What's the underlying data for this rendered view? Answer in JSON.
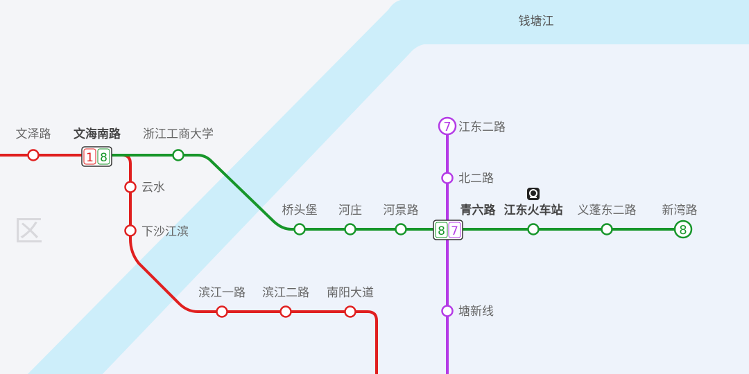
{
  "river": {
    "label": "钱塘江"
  },
  "district": {
    "label": "区"
  },
  "colors": {
    "line1": "#e01f1f",
    "line8": "#17962a",
    "line7": "#b43be6",
    "river": "#cdeefa",
    "land_east": "#eef3fb",
    "land_west": "#f4f5f8"
  },
  "lines": {
    "line1": {
      "number": "1",
      "stations": [
        "文泽路",
        "云水",
        "下沙江滨",
        "滨江一路",
        "滨江二路",
        "南阳大道"
      ]
    },
    "line8": {
      "number": "8",
      "stations": [
        "浙江工商大学",
        "桥头堡",
        "河庄",
        "河景路",
        "江东火车站",
        "义蓬东二路",
        "新湾路"
      ]
    },
    "line7": {
      "number": "7",
      "stations": [
        "江东二路",
        "北二路",
        "塘新线"
      ]
    }
  },
  "interchanges": {
    "wenhainanlu": {
      "name": "文海南路",
      "lines": [
        "1",
        "8"
      ]
    },
    "qingliulu": {
      "name": "青六路",
      "lines": [
        "8",
        "7"
      ]
    }
  },
  "icons": {
    "railway_station": "train-station-icon"
  }
}
